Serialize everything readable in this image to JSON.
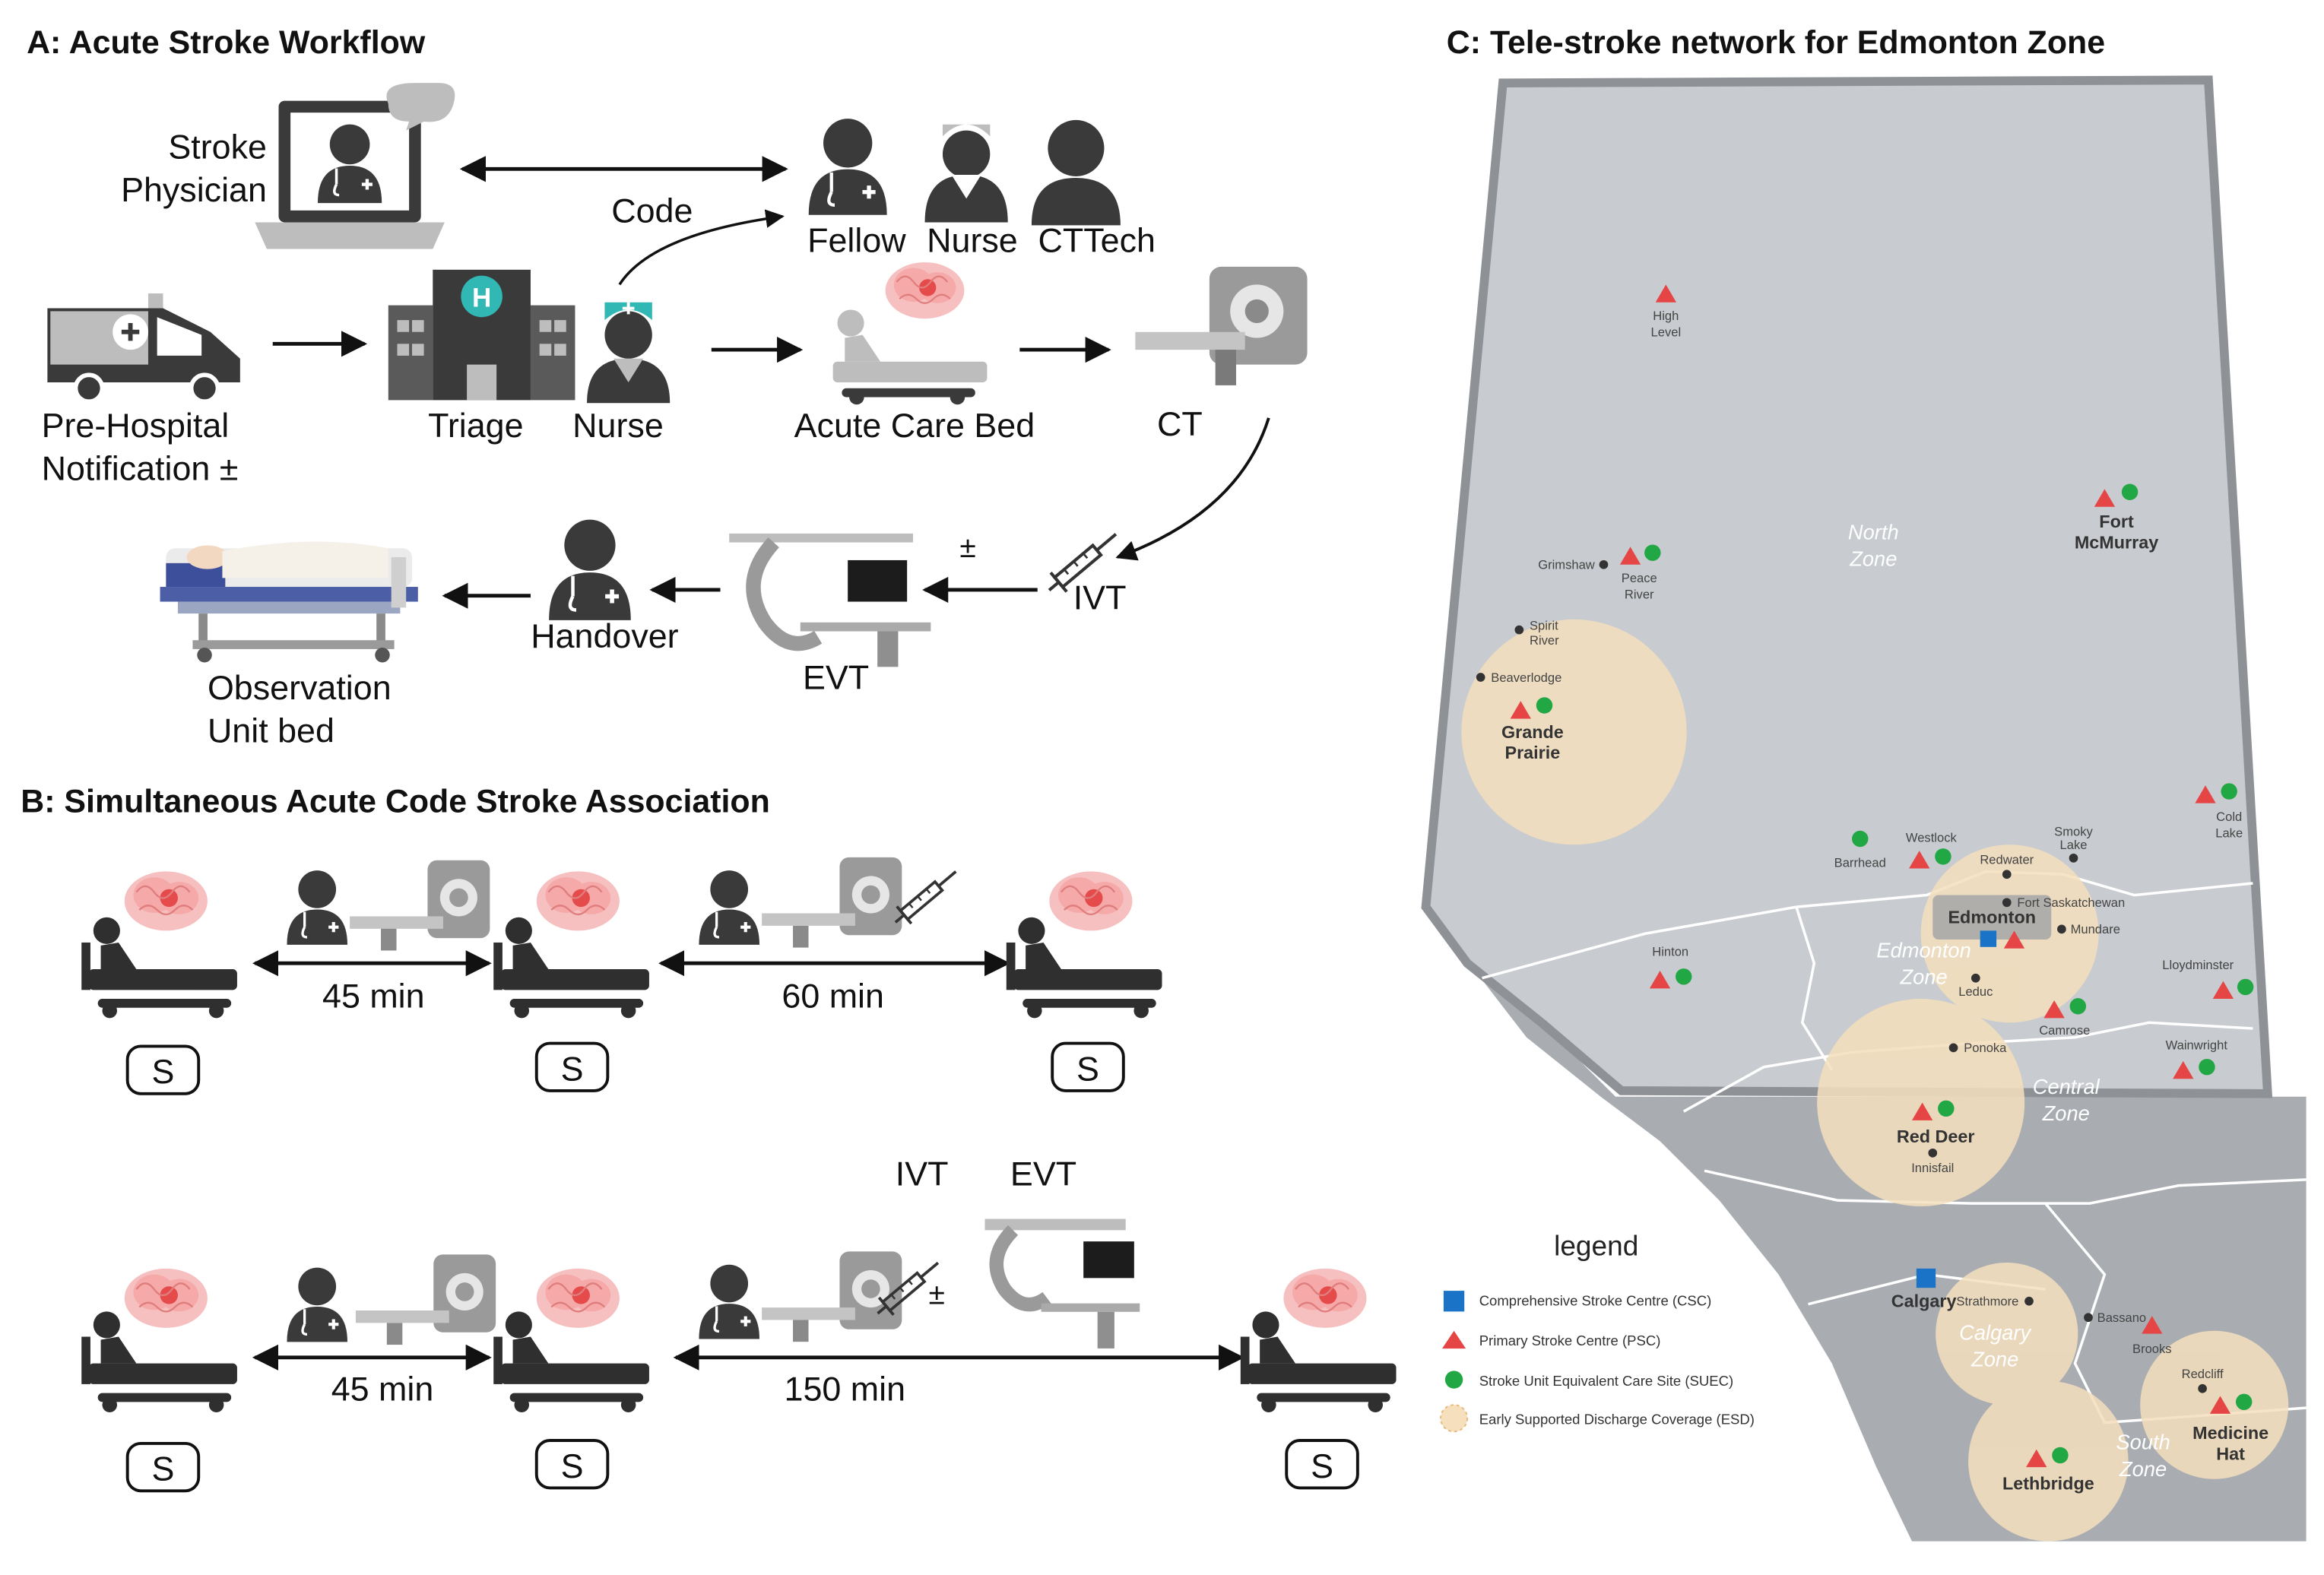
{
  "panels": {
    "a": {
      "title": "A: Acute Stroke Workflow",
      "stroke_physician": [
        "Stroke",
        "Physician"
      ],
      "code": "Code",
      "fellow": "Fellow",
      "nurse_top": "Nurse",
      "cttech": "CTTech",
      "pre_hospital": [
        "Pre-Hospital",
        "Notification ±"
      ],
      "triage": "Triage",
      "nurse": "Nurse",
      "acute_care_bed": "Acute Care Bed",
      "ct": "CT",
      "plus_minus": "±",
      "ivt": "IVT",
      "evt": "EVT",
      "handover": "Handover",
      "observation": [
        "Observation",
        "Unit bed"
      ]
    },
    "b": {
      "title": "B: Simultaneous Acute Code Stroke Association",
      "row1": {
        "interval1": "45 min",
        "interval2": "60 min"
      },
      "row2": {
        "interval1": "45 min",
        "interval2": "150 min",
        "ivt": "IVT",
        "evt": "EVT",
        "plus_minus": "±"
      },
      "stroke_badge": "S"
    },
    "c": {
      "title": "C: Tele-stroke network for Edmonton Zone",
      "zones": {
        "north": [
          "North",
          "Zone"
        ],
        "edmonton": [
          "Edmonton",
          "Zone"
        ],
        "central": [
          "Central",
          "Zone"
        ],
        "calgary": [
          "Calgary",
          "Zone"
        ],
        "south": [
          "South",
          "Zone"
        ]
      },
      "sites": {
        "high_level": [
          "High",
          "Level"
        ],
        "fort_mcmurray": [
          "Fort",
          "McMurray"
        ],
        "grimshaw": "Grimshaw",
        "peace_river": [
          "Peace",
          "River"
        ],
        "spirit_river": [
          "Spirit",
          "River"
        ],
        "beaverlodge": "Beaverlodge",
        "grande_prairie": [
          "Grande",
          "Prairie"
        ],
        "cold_lake": [
          "Cold",
          "Lake"
        ],
        "barrhead": "Barrhead",
        "westlock": "Westlock",
        "smoky_lake": [
          "Smoky",
          "Lake"
        ],
        "redwater": "Redwater",
        "edmonton": "Edmonton",
        "fort_sask": "Fort Saskatchewan",
        "mundare": "Mundare",
        "hinton": "Hinton",
        "leduc": "Leduc",
        "lloydminster": "Lloydminster",
        "camrose": "Camrose",
        "ponoka": "Ponoka",
        "wainwright": "Wainwright",
        "red_deer": "Red Deer",
        "innisfail": "Innisfail",
        "calgary": "Calgary",
        "strathmore": "Strathmore",
        "bassano": "Bassano",
        "brooks": "Brooks",
        "redcliff": "Redcliff",
        "medicine_hat": [
          "Medicine",
          "Hat"
        ],
        "lethbridge": "Lethbridge"
      },
      "legend": {
        "title": "legend",
        "items": [
          "Comprehensive Stroke Centre (CSC)",
          "Primary Stroke Centre (PSC)",
          "Stroke Unit Equivalent Care Site (SUEC)",
          "Early Supported Discharge Coverage (ESD)"
        ]
      }
    }
  },
  "colors": {
    "csc": "#1a73c7",
    "psc": "#e64545",
    "suec": "#22a745",
    "esd": "#f5dfbd",
    "north_zone": "#c8cbcf",
    "south_region": "#a9adb2",
    "brain": "#f08a8a",
    "teal": "#31b7b4"
  }
}
